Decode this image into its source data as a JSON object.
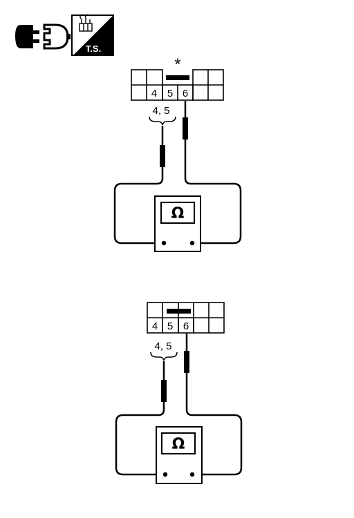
{
  "header": {
    "connector_icon": "connector-disconnect-icon",
    "ts_icon": "harness-connector-ts-icon",
    "ts_label": "T.S."
  },
  "diagrams": [
    {
      "marker": "*",
      "terminals": [
        "4",
        "5",
        "6"
      ],
      "probe_group_label": "4, 5",
      "meter_symbol": "Ω"
    },
    {
      "marker": "",
      "terminals": [
        "4",
        "5",
        "6"
      ],
      "probe_group_label": "4, 5",
      "meter_symbol": "Ω"
    }
  ]
}
